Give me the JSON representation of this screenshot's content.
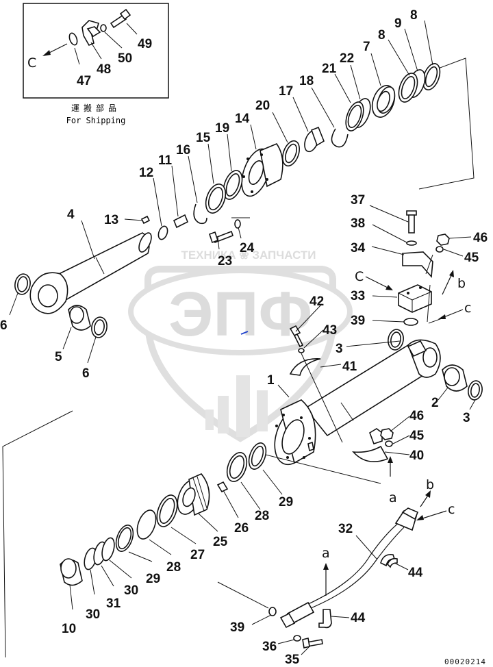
{
  "inset": {
    "label_jp": "運搬部品",
    "label_en": "For Shipping",
    "arrow_letter": "C"
  },
  "watermark": {
    "top_text": "ТЕХНИКА ❀ ЗАПЧАСТИ",
    "logo_text": "ЭПФ"
  },
  "reference_letters": [
    "C",
    "b",
    "c",
    "a",
    "b",
    "c",
    "a"
  ],
  "callouts": [
    "1",
    "2",
    "3",
    "3",
    "4",
    "5",
    "6",
    "6",
    "7",
    "8",
    "8",
    "9",
    "10",
    "11",
    "12",
    "13",
    "14",
    "15",
    "16",
    "17",
    "18",
    "19",
    "20",
    "21",
    "22",
    "23",
    "24",
    "25",
    "26",
    "27",
    "28",
    "28",
    "29",
    "29",
    "30",
    "30",
    "31",
    "32",
    "33",
    "34",
    "35",
    "36",
    "37",
    "38",
    "39",
    "39",
    "40",
    "41",
    "42",
    "43",
    "44",
    "44",
    "45",
    "45",
    "46",
    "46",
    "47",
    "48",
    "49",
    "50"
  ],
  "footer_code": "00020214"
}
